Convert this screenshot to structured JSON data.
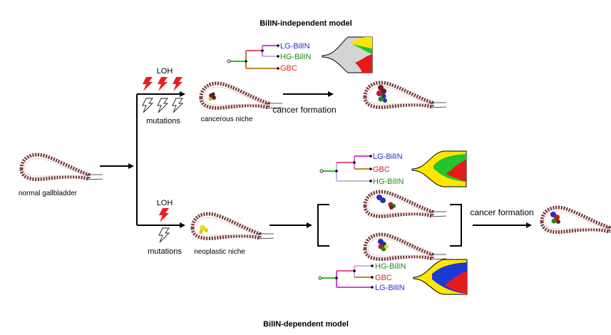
{
  "titles": {
    "top": "BilIN-independent model",
    "bottom": "BilIN-dependent model"
  },
  "labels": {
    "normal": "normal gallbladder",
    "loh_top": "LOH",
    "mutations_top": "mutations",
    "cancerous_niche": "cancerous niche",
    "cancer_formation_top": "cancer formation",
    "loh_bottom": "LOH",
    "mutations_bottom": "mutations",
    "neoplastic_niche": "neoplastic niche",
    "cancer_formation_bottom": "cancer formation"
  },
  "trees": {
    "top": [
      "LG-BilIN",
      "HG-BilIN",
      "GBC"
    ],
    "middle": [
      "LG-BilIN",
      "GBC",
      "HG-BilIN"
    ],
    "bottom": [
      "HG-BilIN",
      "GBC",
      "LG-BilIN"
    ]
  },
  "colors": {
    "lg": "#2b2bd6",
    "hg": "#1e8a1e",
    "gbc": "#e0201a",
    "lightning_red": "#ee1c1c",
    "fish_yellow": "#ffe600",
    "fish_green": "#22c52a",
    "fish_red": "#e51a1a",
    "fish_blue": "#1a3ad6",
    "fish_gray": "#d4d4d4",
    "wall": "#7a3a3a"
  },
  "icons": {
    "lightning_filled": "lightning-bolt-icon",
    "lightning_outline": "lightning-bolt-outline-icon",
    "gallbladder": "gallbladder-icon"
  }
}
